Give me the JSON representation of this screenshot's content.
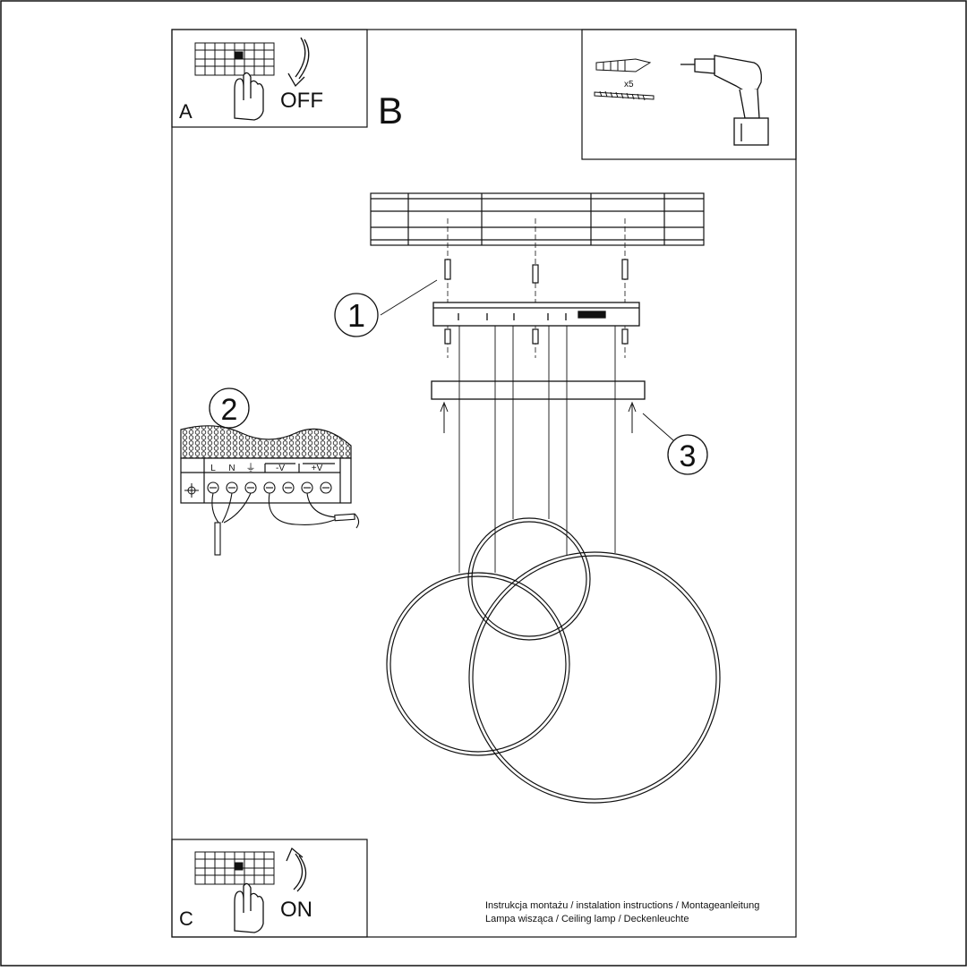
{
  "steps": {
    "a_letter": "A",
    "a_label": "OFF",
    "b_letter": "B",
    "c_letter": "C",
    "c_label": "ON"
  },
  "callouts": {
    "one": "1",
    "two": "2",
    "three": "3"
  },
  "hardware": {
    "quantity": "x5"
  },
  "terminal_block": {
    "labels": [
      "L",
      "N",
      "⏚",
      "-V",
      "+V"
    ]
  },
  "footer": {
    "line1": "Instrukcja montażu / instalation instructions / Montageanleitung",
    "line2": "Lampa wisząca / Ceiling lamp / Deckenleuchte"
  },
  "colors": {
    "ink": "#111111",
    "paper": "#ffffff"
  }
}
